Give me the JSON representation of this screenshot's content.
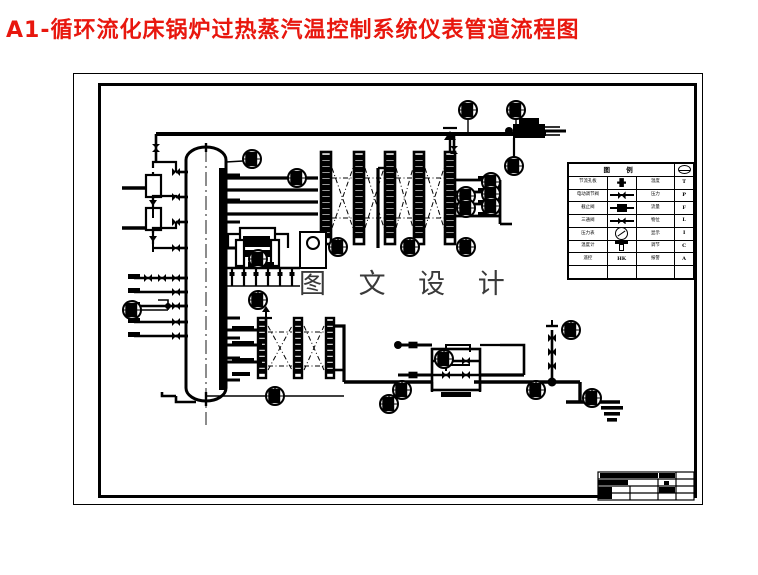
{
  "title": "A1-循环流化床锅炉过热蒸汽温控制系统仪表管道流程图",
  "title_color": "#e8170e",
  "watermark": "图 文 设 计",
  "legend": {
    "header": "图      例",
    "rows": [
      {
        "label": "节流孔板",
        "symbol": "orifice",
        "label2": "温度",
        "code": "T"
      },
      {
        "label": "电动调节阀",
        "symbol": "ctrlvalve",
        "label2": "压力",
        "code": "P"
      },
      {
        "label": "截止阀",
        "symbol": "gate",
        "label2": "流量",
        "code": "F"
      },
      {
        "label": "三通阀",
        "symbol": "threeway",
        "label2": "物位",
        "code": "L"
      },
      {
        "label": "压力表",
        "symbol": "gauge",
        "label2": "显示",
        "code": "I"
      },
      {
        "label": "温度计",
        "symbol": "thermo",
        "label2": "调节",
        "code": "C"
      },
      {
        "label": "遥控",
        "symbol": "HK",
        "label2": "报警",
        "code": "A"
      },
      {
        "label": "",
        "symbol": "",
        "label2": "",
        "code": ""
      }
    ],
    "header_symbol": "ellipse"
  },
  "sheet": {
    "frame_note": "double border drawing frame",
    "titleblock_note": "title block bottom-right"
  },
  "colors": {
    "line": "#000000",
    "background": "#ffffff",
    "title": "#e8170e",
    "watermark": "#3a3a3a"
  },
  "instruments": {
    "bubble_count": 24,
    "note": "circular instrument balloons with tag text"
  }
}
